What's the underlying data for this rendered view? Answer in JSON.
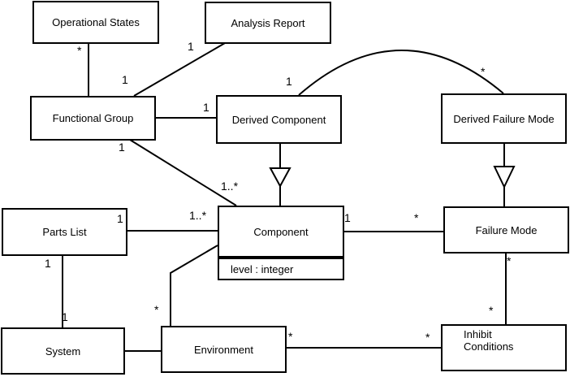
{
  "diagram": {
    "type": "uml-class-diagram",
    "background_color": "#ffffff",
    "line_color": "#000000",
    "classes": [
      {
        "id": "operational-states",
        "label": "Operational States"
      },
      {
        "id": "analysis-report",
        "label": "Analysis Report"
      },
      {
        "id": "functional-group",
        "label": "Functional Group"
      },
      {
        "id": "derived-component",
        "label": "Derived Component"
      },
      {
        "id": "derived-failure-mode",
        "label": "Derived Failure Mode"
      },
      {
        "id": "parts-list",
        "label": "Parts List"
      },
      {
        "id": "component",
        "label": "Component",
        "attributes": [
          "level : integer"
        ]
      },
      {
        "id": "failure-mode",
        "label": "Failure Mode"
      },
      {
        "id": "system",
        "label": "System"
      },
      {
        "id": "environment",
        "label": "Environment"
      },
      {
        "id": "inhibit-conditions",
        "label": "Inhibit Conditions"
      }
    ],
    "relationships": [
      {
        "from": "Operational States",
        "to": "Functional Group",
        "type": "association",
        "from_multiplicity": "*",
        "to_multiplicity": ""
      },
      {
        "from": "Analysis Report",
        "to": "Functional Group",
        "type": "association",
        "from_multiplicity": "1",
        "to_multiplicity": "1"
      },
      {
        "from": "Functional Group",
        "to": "Derived Component",
        "type": "association",
        "from_multiplicity": "",
        "to_multiplicity": "1"
      },
      {
        "from": "Functional Group",
        "to": "Component",
        "type": "association",
        "from_multiplicity": "1",
        "to_multiplicity": "1..*"
      },
      {
        "from": "Derived Component",
        "to": "Derived Failure Mode",
        "type": "association-arc",
        "from_multiplicity": "1",
        "to_multiplicity": "*"
      },
      {
        "from": "Derived Component",
        "to": "Component",
        "type": "generalization",
        "from_multiplicity": "",
        "to_multiplicity": ""
      },
      {
        "from": "Derived Failure Mode",
        "to": "Failure Mode",
        "type": "generalization",
        "from_multiplicity": "",
        "to_multiplicity": ""
      },
      {
        "from": "Parts List",
        "to": "Component",
        "type": "association",
        "from_multiplicity": "1",
        "to_multiplicity": "1..*"
      },
      {
        "from": "Parts List",
        "to": "System",
        "type": "association",
        "from_multiplicity": "1",
        "to_multiplicity": "1"
      },
      {
        "from": "System",
        "to": "Environment",
        "type": "association",
        "from_multiplicity": "",
        "to_multiplicity": ""
      },
      {
        "from": "Environment",
        "to": "Component",
        "type": "association",
        "from_multiplicity": "*",
        "to_multiplicity": ""
      },
      {
        "from": "Component",
        "to": "Failure Mode",
        "type": "association",
        "from_multiplicity": "1",
        "to_multiplicity": "*"
      },
      {
        "from": "Failure Mode",
        "to": "Inhibit Conditions",
        "type": "association",
        "from_multiplicity": "*",
        "to_multiplicity": "*"
      },
      {
        "from": "Environment",
        "to": "Inhibit Conditions",
        "type": "association",
        "from_multiplicity": "*",
        "to_multiplicity": "*"
      }
    ],
    "multiplicity_labels": [
      "*",
      "1",
      "1",
      "1",
      "*",
      "1",
      "1",
      "1..*",
      "1",
      "1..*",
      "1",
      "1",
      "*",
      "1",
      "*",
      "*",
      "*",
      "*",
      "*"
    ]
  }
}
